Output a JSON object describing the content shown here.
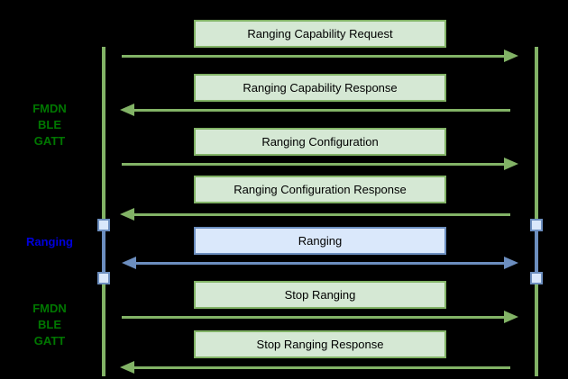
{
  "diagram": {
    "kind": "sequence-diagram",
    "background": "#000000",
    "colors": {
      "green_stroke": "#82b366",
      "green_fill": "#d5e8d4",
      "blue_stroke": "#6c8ebf",
      "blue_fill": "#dae8fb",
      "phase_label_green": "#007700",
      "phase_label_blue": "#0000dd",
      "message_text": "#000000"
    }
  },
  "phases": [
    {
      "lines": [
        "FMDN",
        "BLE",
        "GATT"
      ],
      "color": "green"
    },
    {
      "lines": [
        "Ranging"
      ],
      "color": "blue"
    },
    {
      "lines": [
        "FMDN",
        "BLE",
        "GATT"
      ],
      "color": "green"
    }
  ],
  "messages": [
    {
      "label": "Ranging Capability Request",
      "direction": "right",
      "style": "green"
    },
    {
      "label": "Ranging Capability Response",
      "direction": "left",
      "style": "green"
    },
    {
      "label": "Ranging Configuration",
      "direction": "right",
      "style": "green"
    },
    {
      "label": "Ranging Configuration Response",
      "direction": "left",
      "style": "green"
    },
    {
      "label": "Ranging",
      "direction": "both",
      "style": "blue"
    },
    {
      "label": "Stop Ranging",
      "direction": "right",
      "style": "green"
    },
    {
      "label": "Stop Ranging Response",
      "direction": "left",
      "style": "green"
    }
  ]
}
